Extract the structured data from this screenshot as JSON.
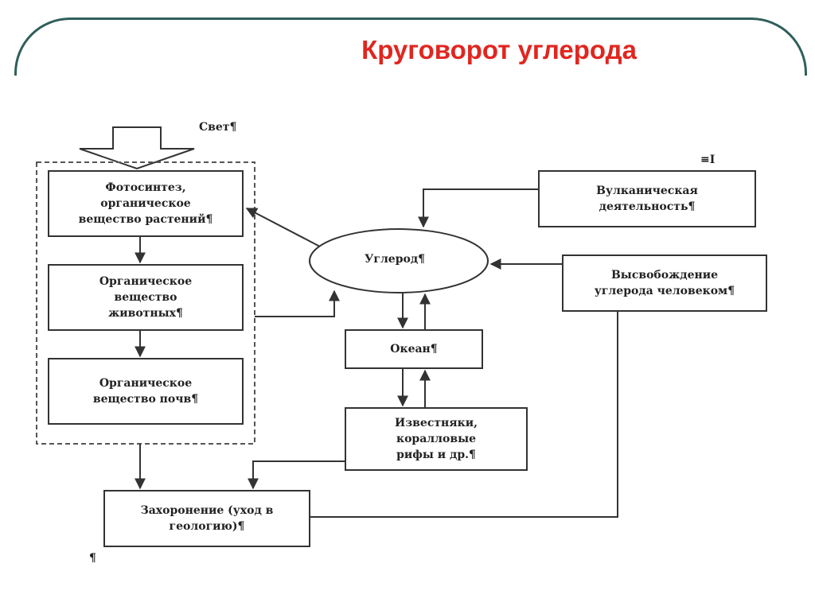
{
  "title": "Круговорот углерода",
  "light_label": "Свет¶",
  "corner_mark": "≡Ι",
  "pilcrow": "¶",
  "boxes": {
    "photosynthesis": "Фотосинтез,\nорганическое\nвещество растений¶",
    "animal_matter": "Органическое\nвещество\nживотных¶",
    "soil_matter": "Органическое\nвещество почв¶",
    "carbon": "Углерод¶",
    "ocean": "Океан¶",
    "limestone": "Известняки,\nкоралловые\nрифы и др.¶",
    "burial": "Захоронение (уход в\nгеологию)¶",
    "volcanic": "Вулканическая\nдеятельность¶",
    "human_release": "Высвобождение\nуглерода человеком¶"
  },
  "colors": {
    "title": "#e0261f",
    "frame": "#2f5f5a",
    "line": "#333333"
  }
}
